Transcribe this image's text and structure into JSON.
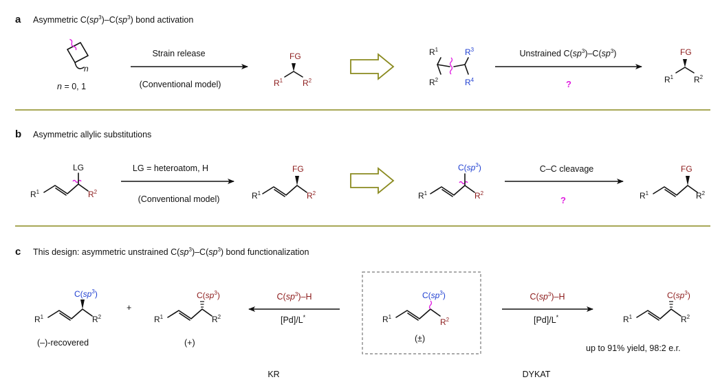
{
  "panel_a": {
    "letter": "a",
    "title_prefix": "Asymmetric C(",
    "title_sp": "sp",
    "title_3a": "3",
    "title_mid": ")–C(",
    "title_3b": "3",
    "title_suffix": ") bond activation",
    "n_label": "n",
    "n_values": "= 0, 1",
    "arrow1_top": "Strain release",
    "arrow1_bottom": "(Conventional model)",
    "fg": "FG",
    "r": "R",
    "s1": "1",
    "s2": "2",
    "s3": "3",
    "s4": "4",
    "arrow2_top_prefix": "Unstrained C(",
    "arrow2_top_mid": ")–C(",
    "arrow2_top_suffix": ")",
    "question": "?"
  },
  "panel_b": {
    "letter": "b",
    "title": "Asymmetric allylic substitutions",
    "lg": "LG",
    "arrow1_top": "LG = heteroatom, H",
    "arrow1_bottom": "(Conventional model)",
    "fg": "FG",
    "csp3_prefix": "C(",
    "csp3_suffix": ")",
    "arrow2_top": "C–C cleavage",
    "question": "?"
  },
  "panel_c": {
    "letter": "c",
    "title_prefix": "This design: asymmetric unstrained C(",
    "title_mid": ")–C(",
    "title_suffix": ") bond functionalization",
    "plus": "+",
    "recovered": "(–)-recovered",
    "plus_enantiomer": "(+)",
    "racemic": "(±)",
    "left_arrow_top_prefix": "C(",
    "left_arrow_top_suffix": ")–H",
    "left_arrow_bottom": "[Pd]/L",
    "star": "*",
    "right_arrow_top_prefix": "C(",
    "right_arrow_top_suffix": ")–H",
    "right_arrow_bottom": "[Pd]/L",
    "yield": "up to 91% yield, 98:2 e.r.",
    "kr": "KR",
    "dykat": "DYKAT"
  },
  "colors": {
    "red": "#8b1a1a",
    "blue": "#1f3fd1",
    "magenta": "#e020e0",
    "olive": "#8a8a1f"
  }
}
